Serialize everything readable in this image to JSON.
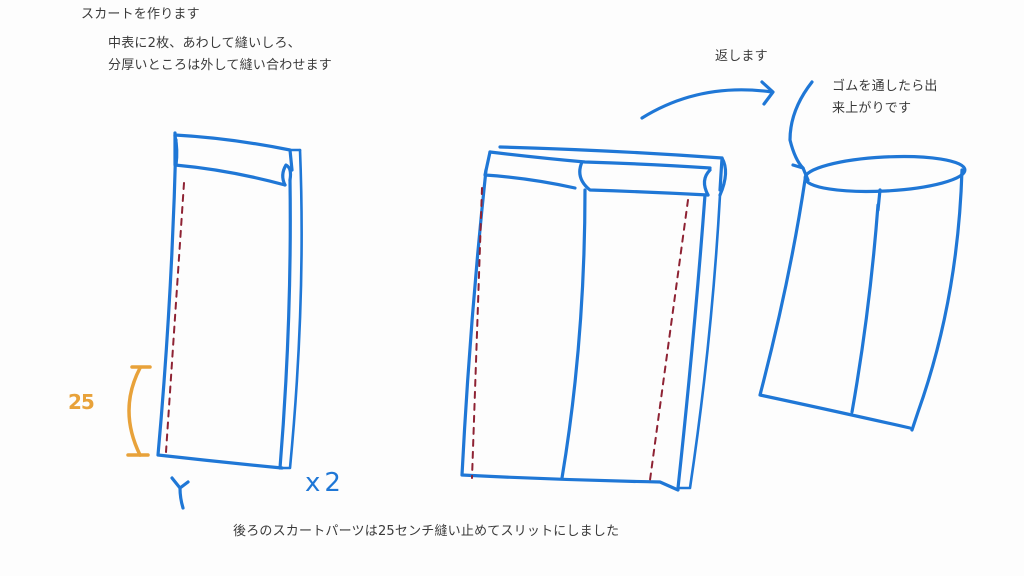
{
  "notes": {
    "title": "スカートを作ります",
    "step1_line1": "中表に2枚、あわして縫いしろ、",
    "step1_line2": "分厚いところは外して縫い合わせます",
    "step2": "返します",
    "step3_line1": "ゴムを通したら出",
    "step3_line2": "来上がりです",
    "bottom": "後ろのスカートパーツは25センチ縫い止めてスリットにしました"
  },
  "annotations": {
    "slit_length": "25",
    "piece_count": "x2"
  },
  "colors": {
    "outline": "#1f77d6",
    "stitch": "#8e2233",
    "measure": "#e8a23a",
    "text": "#3a3a3a",
    "background": "#fdfdfd"
  },
  "figures": [
    {
      "name": "single-skirt-panel",
      "description": "one skirt piece with folded waistband and stitch line"
    },
    {
      "name": "sewn-skirt-panels",
      "description": "two panels sewn together inside-out"
    },
    {
      "name": "finished-skirt",
      "description": "turned skirt with elastic waist"
    }
  ]
}
